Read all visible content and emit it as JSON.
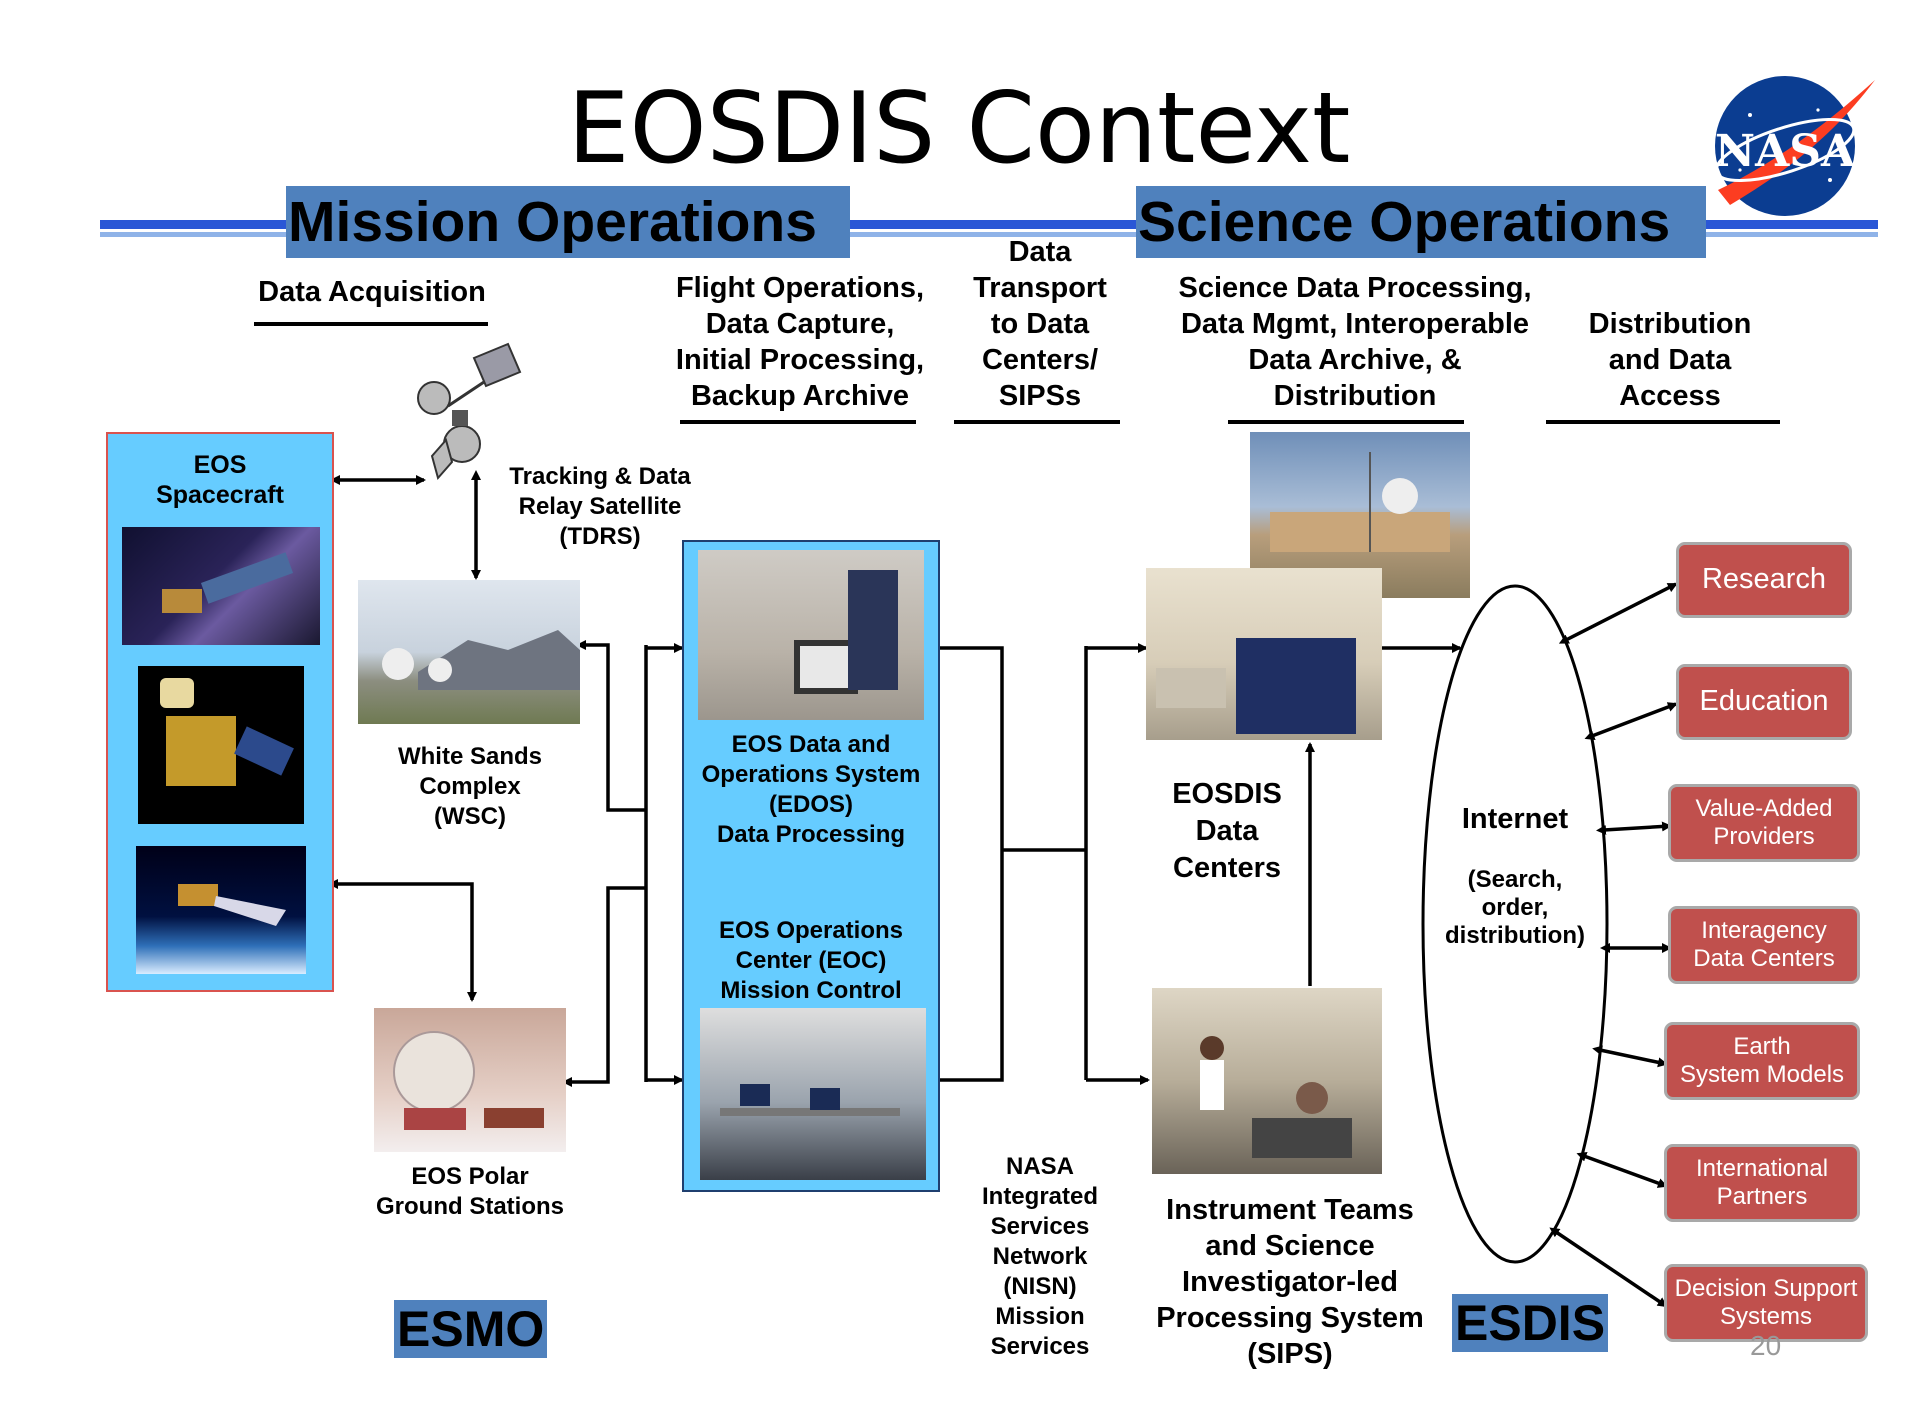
{
  "title": "EOSDIS Context",
  "banners": {
    "mission": "Mission Operations",
    "science": "Science Operations"
  },
  "headers": {
    "acquisition": "Data Acquisition",
    "flight_ops": "Flight Operations,\nData Capture,\nInitial Processing,\nBackup Archive",
    "transport": "Data\nTransport\nto Data\nCenters/\nSIPSs",
    "science_processing": "Science Data Processing,\nData Mgmt, Interoperable\nData Archive, &\nDistribution",
    "distribution": "Distribution\nand Data\nAccess"
  },
  "nodes": {
    "spacecraft": "EOS\nSpacecraft",
    "tdrs": "Tracking & Data\nRelay Satellite\n(TDRS)",
    "wsc": "White Sands\nComplex\n(WSC)",
    "polar": "EOS Polar\nGround Stations",
    "edos": "EOS Data and\nOperations System\n(EDOS)\nData Processing",
    "eoc": "EOS Operations\nCenter (EOC)\nMission Control",
    "nisn": "NASA\nIntegrated\nServices\nNetwork\n(NISN)\nMission\nServices",
    "data_centers": "EOSDIS\nData\nCenters",
    "sips": "Instrument Teams\nand Science\nInvestigator-led\nProcessing System\n(SIPS)",
    "internet_title": "Internet",
    "internet_sub": "(Search,\norder,\ndistribution)"
  },
  "orgs": {
    "esmo": "ESMO",
    "esdis": "ESDIS"
  },
  "users": [
    "Research",
    "Education",
    "Value-Added\nProviders",
    "Interagency\nData Centers",
    "Earth\nSystem Models",
    "International\nPartners",
    "Decision Support\nSystems"
  ],
  "logo_text": "NASA",
  "page_number": "20",
  "colors": {
    "banner": "#4f81bd",
    "panel": "#66ccff",
    "user_box": "#c0504d",
    "rule_blue": "#2a57d6"
  },
  "icons": {
    "logo": "nasa-meatball-icon",
    "satellite": "tdrs-satellite-icon"
  }
}
